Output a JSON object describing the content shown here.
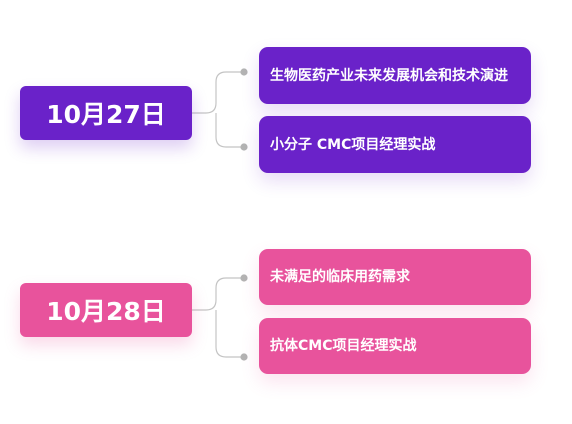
{
  "schedule": [
    {
      "date": "10月27日",
      "sessions": [
        "生物医药产业未来发展机会和技术演进",
        "小分子 CMC项目经理实战"
      ]
    },
    {
      "date": "10月28日",
      "sessions": [
        "未满足的临床用药需求",
        "抗体CMC项目经理实战"
      ]
    }
  ],
  "colors": {
    "purple": "#6a22c9",
    "pink": "#e8539c",
    "connector": "#b8b8b8"
  }
}
